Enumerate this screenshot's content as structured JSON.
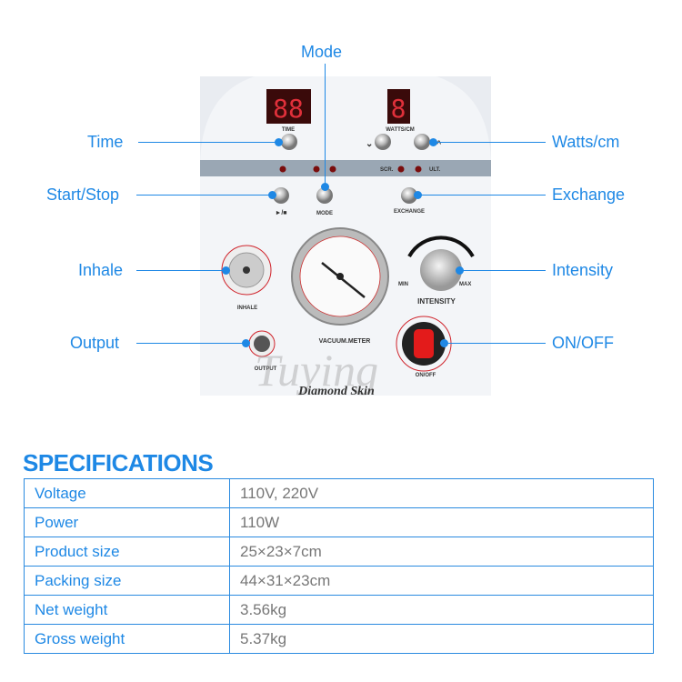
{
  "callouts": {
    "mode": "Mode",
    "time": "Time",
    "start_stop": "Start/Stop",
    "inhale": "Inhale",
    "output": "Output",
    "watts": "Watts/cm",
    "exchange": "Exchange",
    "intensity": "Intensity",
    "on_off": "ON/OFF"
  },
  "device": {
    "time_label": "TIME",
    "time_display": "88",
    "watts_label": "WATTS/CM",
    "watts_display": "8",
    "scr": "SCR.",
    "ult": "ULT.",
    "mode": "MODE",
    "play_stop": "►/■",
    "exchange": "EXCHANGE",
    "inhale": "INHALE",
    "output": "OUTPUT",
    "vacuum_meter": "VACUUM.METER",
    "min": "MIN",
    "max": "MAX",
    "intensity": "INTENSITY",
    "on_off": "ON/OFF",
    "brand": "Tuying",
    "product": "Diamond Skin"
  },
  "accent": "#1e88e5",
  "specs": {
    "title": "SPECIFICATIONS",
    "rows": [
      {
        "k": "Voltage",
        "v": "110V, 220V"
      },
      {
        "k": "Power",
        "v": "110W"
      },
      {
        "k": "Product size",
        "v": "25×23×7cm"
      },
      {
        "k": "Packing size",
        "v": "44×31×23cm"
      },
      {
        "k": "Net weight",
        "v": "3.56kg"
      },
      {
        "k": "Gross weight",
        "v": "5.37kg"
      }
    ]
  }
}
